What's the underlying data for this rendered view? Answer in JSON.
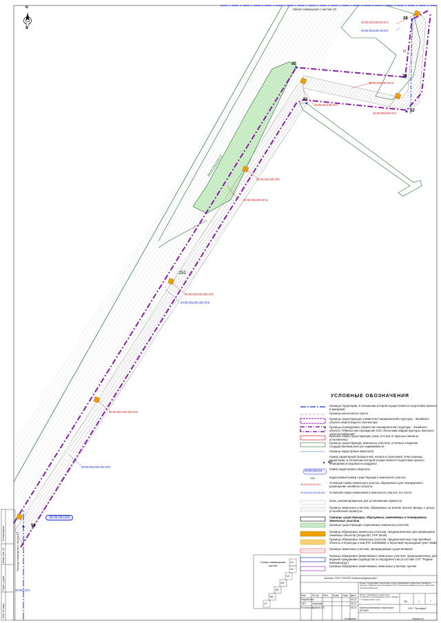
{
  "header": {
    "combine_line_text": "Линия совмещения с листом 1/2"
  },
  "north": {
    "n": "N",
    "s": "S"
  },
  "points": {
    "p28": "28",
    "p29": "29",
    "p30": "30",
    "p51": "51",
    "p52": "52",
    "p50": "50",
    "p252": ":252",
    "pO": "О"
  },
  "labels": {
    "red_1": "39:05:051109:33:3У1",
    "blue_1": "39:05:051109:33:3У2",
    "red_2": "39:05:051109:3У10",
    "red_3": "39:05:051109:3У4",
    "red_4": "39:05:051109:3У3",
    "green_1": "39:05:051109:17",
    "red_5": "39:05:051109:3У5",
    "red_6": "39:05:051109:3У11",
    "red_7": "39:05:051109:252:3У1",
    "blue_2": "39:05:051109:252:3У5",
    "red_8": "39:05:051109:252:3У2",
    "blue_3": "39:05:051109:252:3У5",
    "quarter": "39:05:051109",
    "bottom_left": "39:252:3У3",
    "side_text": "Граница совмещения с листом 1/1"
  },
  "legend": {
    "title": "УСЛОВНЫЕ ОБОЗНАЧЕНИЯ",
    "items": [
      "Границы территории, в отношении которой осуществляется подготовка проекта планировки",
      "Границы населенного пункта",
      "Границы существующих элементов планировочной структуры - линейного объекта нефтесборного коллектора",
      "Границы планируемых элементов планировочной структуры - линейного объекта \"Обвязка месторождения СОУ объектами инфраструктуры. Внешнее электроснабжение\"",
      "Красные линии существующие (зоны отступа от красных линий не установлены)",
      "Границы существующих земельных участков, учтённых в Едином государственном реестре недвижимости",
      "Границы кадастровых кварталов",
      "Номер характерной (поворотной, начала и окончания) точки границы территории, в отношении которой осуществляется подготовка проекта планировки и ведомости координат",
      "Номер кадастрового квартала",
      "Кадастровый номер существующего земельного участка",
      "Условный номер земельного участка, образуемого для планируемого размещения линейного объекта",
      "Условный номер изменяемого земельного участка, его части",
      "Зоны, рекомендованные для установления сервитута",
      "Границы земельных участков, образуемых на землях лесного фонда, с целью установления сервитута",
      "Границы существующих, образуемых, изменяемых и планируемых земельных участков",
      "Границы существующих сохраняемых земельных участков",
      "Границы образуемых земельных участков, предназначенных для размещения линейных объектов (опоры ВЛ, ПУР 35 кВ)",
      "Границы образуемых земельных участков, предназначенных под линейные объекты и переходы к ним (ПС 110/35/6кВ, в береговой переходный пункт 35кВ)",
      "Границы земельных участков, прекращающих существование",
      "Границы образуемых (изменяемых) земельных участков, предназначенных для ведения гражданами садоводства и огородничества (в составе СНТ \"Родник-Калининград\")",
      "Границы образуемых (изменяемых) земельных участков, прочие"
    ],
    "num_41": "41",
    "quarter_sample": "39:05:051104",
    "cad_sample": "218",
    "red_sample": "39:05:051109:3У1",
    "blue_sample": "39:05:051109:108:3У1"
  },
  "scheme": {
    "title": "Схема совмещения листов",
    "sheets": [
      "1/1",
      "1/2",
      "1/3",
      "1/4",
      "1/5",
      "1/6",
      "1/7"
    ]
  },
  "title_block": {
    "code": "Заказчик: ООО \"ЛУКОЙЛ-Калининградморнефть\"",
    "project": "Проект планировки территории, проект межевания территории линейного объекта \"Обвязка месторождения СОУ объектами инфраструктуры. Внешнее электроснабжение\"",
    "sheet_title": "Проект межевания территории. Основная (утверждаемая) часть. Раздел 1. Графическая часть.",
    "drawing": "Чертеж межевания территории М1:5000",
    "company": "ООО \"Экосфера\"",
    "stage": "ПМ",
    "sheet": "1",
    "sheets": "7",
    "cols": [
      "Изм.",
      "Кол.уч",
      "Лист",
      "№док",
      "Подп.",
      "Дата"
    ],
    "roles": [
      "Разработал",
      "ГИП",
      "Н.контроль"
    ],
    "names": [
      "Акиньева",
      "Бабаев А.Е."
    ],
    "dates": [
      "06.21",
      "06.21",
      "06.21"
    ],
    "footer_left": "Копировал",
    "footer_right": "Формат А1",
    "side_labels": [
      "Инв. № подл.",
      "Подп. и дата",
      "Взам. инв. №",
      "Согласовано"
    ]
  },
  "colors": {
    "purple": "#8a1aa8",
    "blue_boundary": "#1a2fd0",
    "green": "#1e6b2c",
    "red": "#d51a1a",
    "orange": "#f2a200",
    "hatch": "#8c8c8c"
  }
}
